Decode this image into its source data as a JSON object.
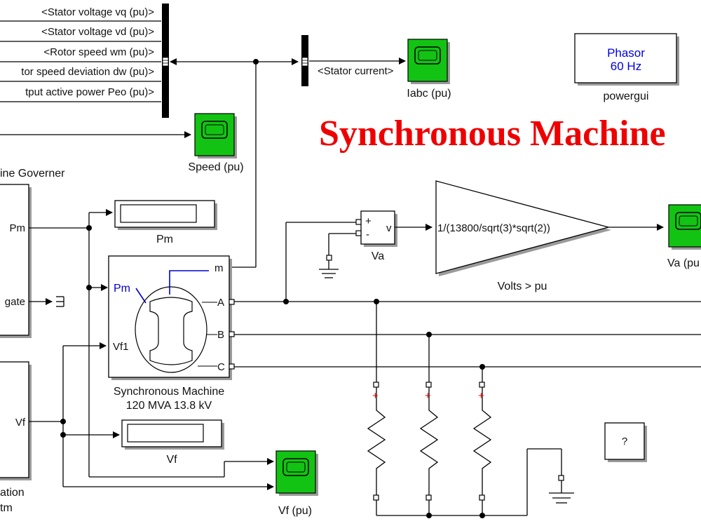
{
  "title": "Synchronous Machine",
  "bus_signals": [
    "<Stator voltage  vq (pu)>",
    "<Stator voltage  vd (pu)>",
    "<Rotor speed  wm  (pu)>",
    "tor speed deviation  dw (pu)>",
    "tput active power   Peo (pu)>"
  ],
  "stator_current_label": "<Stator current>",
  "blocks": {
    "powergui": {
      "line1": "Phasor",
      "line2": "60 Hz",
      "name": "powergui"
    },
    "scope_iabc": "Iabc (pu)",
    "scope_speed": "Speed (pu)",
    "scope_va": "Va (pu",
    "scope_vf": "Vf (pu)",
    "display_pm": "Pm",
    "display_vf": "Vf",
    "sync_machine": {
      "name_line1": "Synchronous Machine",
      "name_line2": "120 MVA 13.8 kV",
      "port_pm": "Pm",
      "port_vf1": "Vf1",
      "port_m": "m",
      "port_a": "A",
      "port_b": "B",
      "port_c": "C"
    },
    "va_sensor": {
      "name": "Va",
      "plus": "+",
      "minus": "-",
      "out": "v"
    },
    "gain": {
      "expr": "1/(13800/sqrt(3)*sqrt(2))",
      "name": "Volts > pu"
    },
    "turbine": {
      "title": "ine Governer",
      "out_pm": "Pm",
      "in_gate": "gate"
    },
    "excitation": {
      "out_vf": "Vf",
      "name_line1": "ation",
      "name_line2": "tm"
    },
    "help": "?",
    "resistor_polarity": "+"
  },
  "colors": {
    "title": "#ee0000",
    "scope_green": "#13c313",
    "machine_port": "#0000cc",
    "powergui_text": "#0000dd"
  }
}
